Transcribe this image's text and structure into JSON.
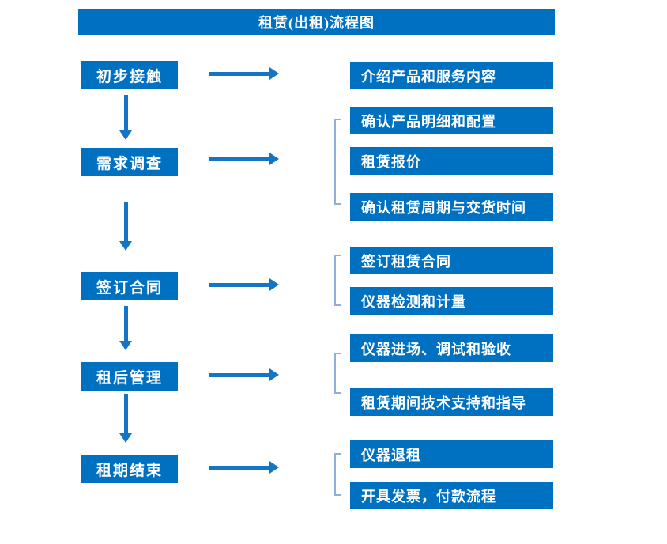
{
  "title": "租赁(出租)流程图",
  "colors": {
    "box": "#0070C0",
    "arrow": "#1474C6",
    "bracket": "#8FAFD9",
    "text": "#FFFFFF",
    "background": "#FFFFFF"
  },
  "flow": {
    "stages": [
      {
        "label": "初步接触"
      },
      {
        "label": "需求调查"
      },
      {
        "label": "签订合同"
      },
      {
        "label": "租后管理"
      },
      {
        "label": "租期结束"
      }
    ],
    "details": [
      {
        "items": [
          "介绍产品和服务内容"
        ]
      },
      {
        "items": [
          "确认产品明细和配置",
          "租赁报价",
          "确认租赁周期与交货时间"
        ]
      },
      {
        "items": [
          "签订租赁合同",
          "仪器检测和计量"
        ]
      },
      {
        "items": [
          "仪器进场、调试和验收",
          "租赁期间技术支持和指导"
        ]
      },
      {
        "items": [
          "仪器退租",
          "开具发票，付款流程"
        ]
      }
    ]
  }
}
